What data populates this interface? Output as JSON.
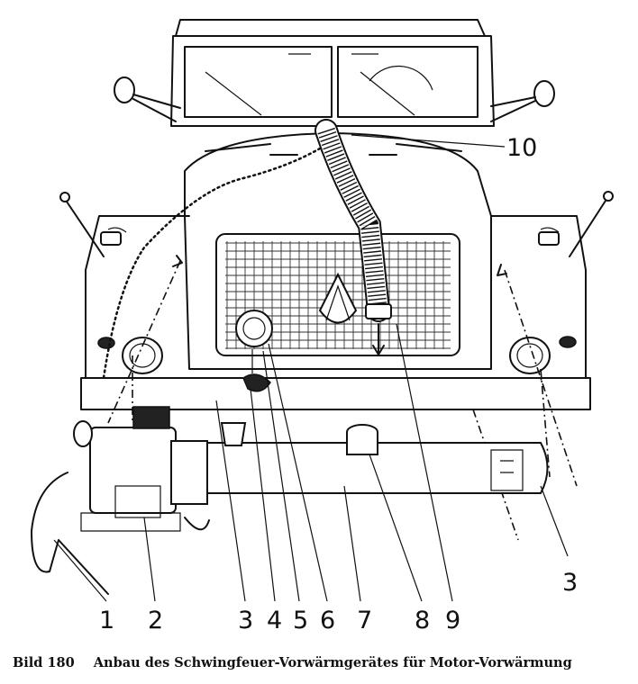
{
  "figure": {
    "labels": {
      "l1": "1",
      "l2": "2",
      "l3a": "3",
      "l4": "4",
      "l5": "5",
      "l6": "6",
      "l7": "7",
      "l8": "8",
      "l9": "9",
      "l10": "10",
      "l3b": "3"
    },
    "caption": {
      "prefix": "Bild 180",
      "text": "Anbau des Schwingfeuer-Vorwärmgerätes für Motor-Vorwärmung"
    }
  }
}
